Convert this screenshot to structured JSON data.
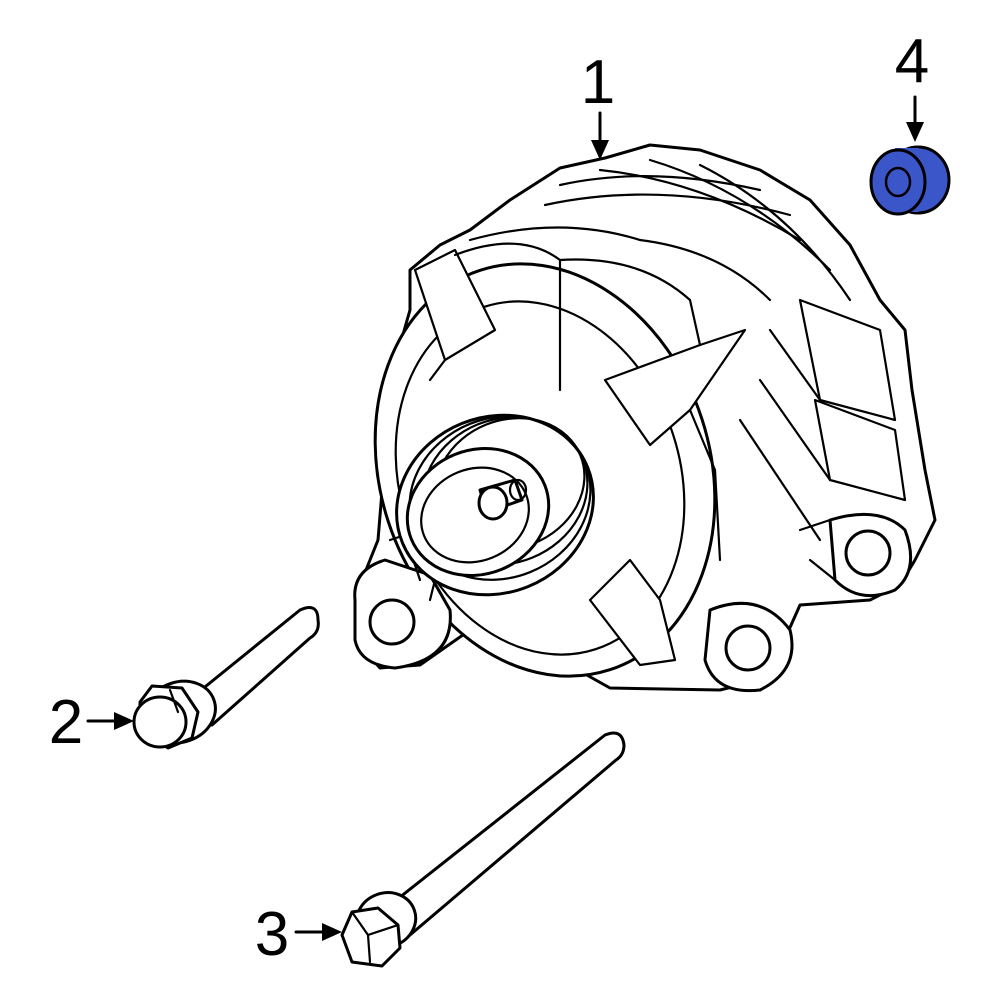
{
  "callouts": [
    {
      "number": "1",
      "part": "alternator"
    },
    {
      "number": "2",
      "part": "bolt"
    },
    {
      "number": "3",
      "part": "bolt"
    },
    {
      "number": "4",
      "part": "bushing"
    }
  ],
  "colors": {
    "line": "#000000",
    "highlight": "#3a56c8",
    "background": "#ffffff"
  }
}
